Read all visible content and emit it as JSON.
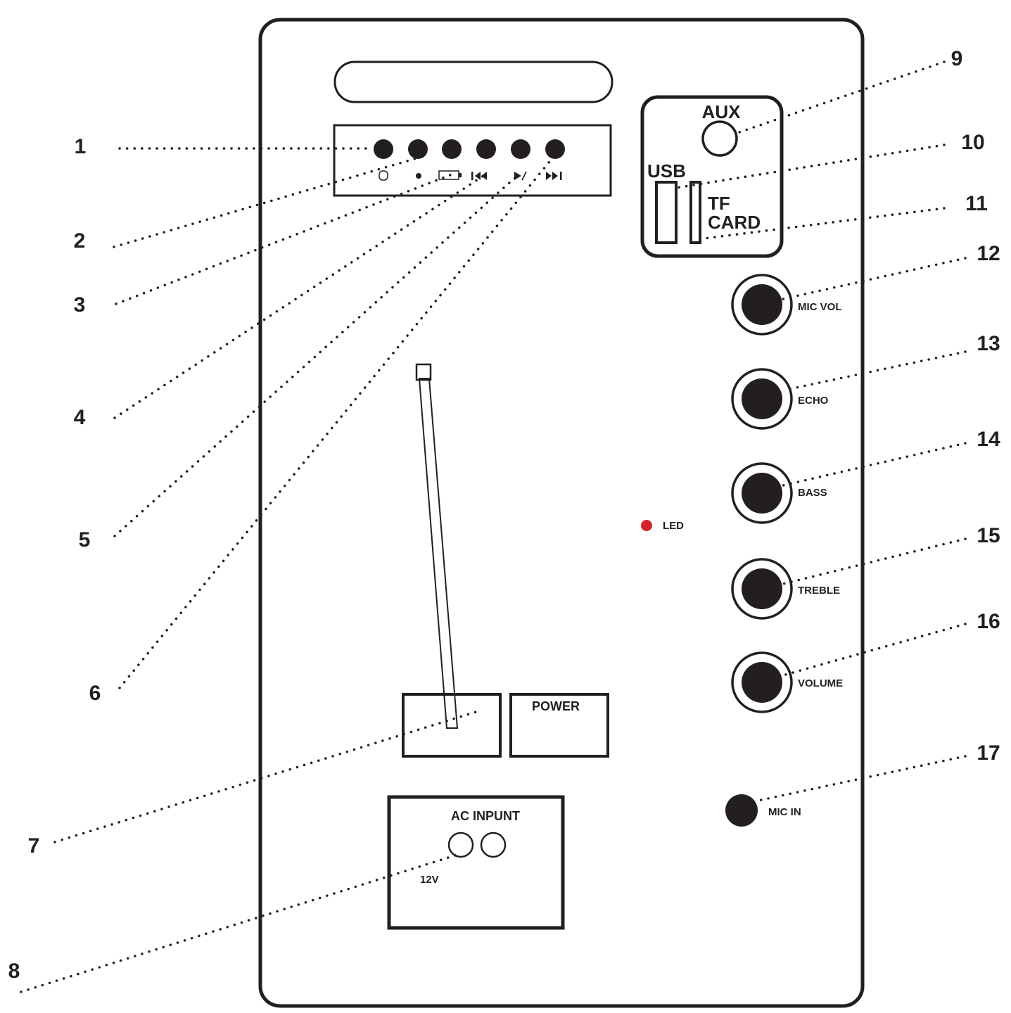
{
  "callouts": [
    "1",
    "2",
    "3",
    "4",
    "5",
    "6",
    "7",
    "8",
    "9",
    "10",
    "11",
    "12",
    "13",
    "14",
    "15",
    "16",
    "17"
  ],
  "labels": {
    "aux": "AUX",
    "usb": "USB",
    "tf": "TF",
    "card": "CARD",
    "mic_vol": "MIC VOL",
    "echo": "ECHO",
    "bass": "BASS",
    "treble": "TREBLE",
    "volume": "VOLUME",
    "led": "LED",
    "power": "POWER",
    "ac_input": "AC INPUNT",
    "voltage": "12V",
    "mic_in": "MIC IN"
  },
  "button_icons": [
    "mode-icon",
    "record-icon",
    "repeat-icon",
    "previous-icon",
    "play-pause-icon",
    "next-icon"
  ],
  "colors": {
    "ink": "#231f20",
    "led": "#d2232a",
    "background": "#ffffff"
  }
}
